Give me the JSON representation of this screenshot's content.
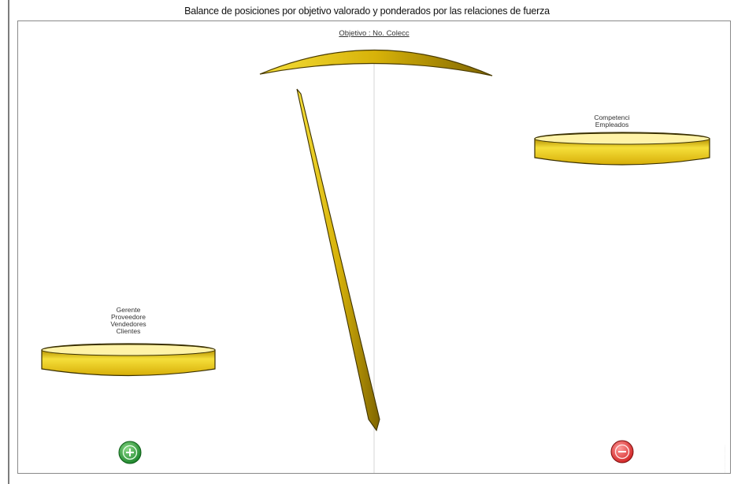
{
  "title": "Balance de posiciones por objetivo valorado y ponderados por las relaciones de fuerza",
  "objective_label": "Objetivo : No. Colecc",
  "left_pan": {
    "labels": [
      "Gerente",
      "Proveedore",
      "Vendedores",
      "Clientes"
    ],
    "symbol": "+",
    "symbol_color": "#1f9a2e"
  },
  "right_pan": {
    "labels": [
      "Competenci",
      "Empleados"
    ],
    "symbol": "−",
    "symbol_color": "#e13131"
  },
  "colors": {
    "gold": "#e8c81a",
    "gold_dark": "#9b7a00",
    "frame": "#8a8a8a"
  },
  "side_note": "................................"
}
